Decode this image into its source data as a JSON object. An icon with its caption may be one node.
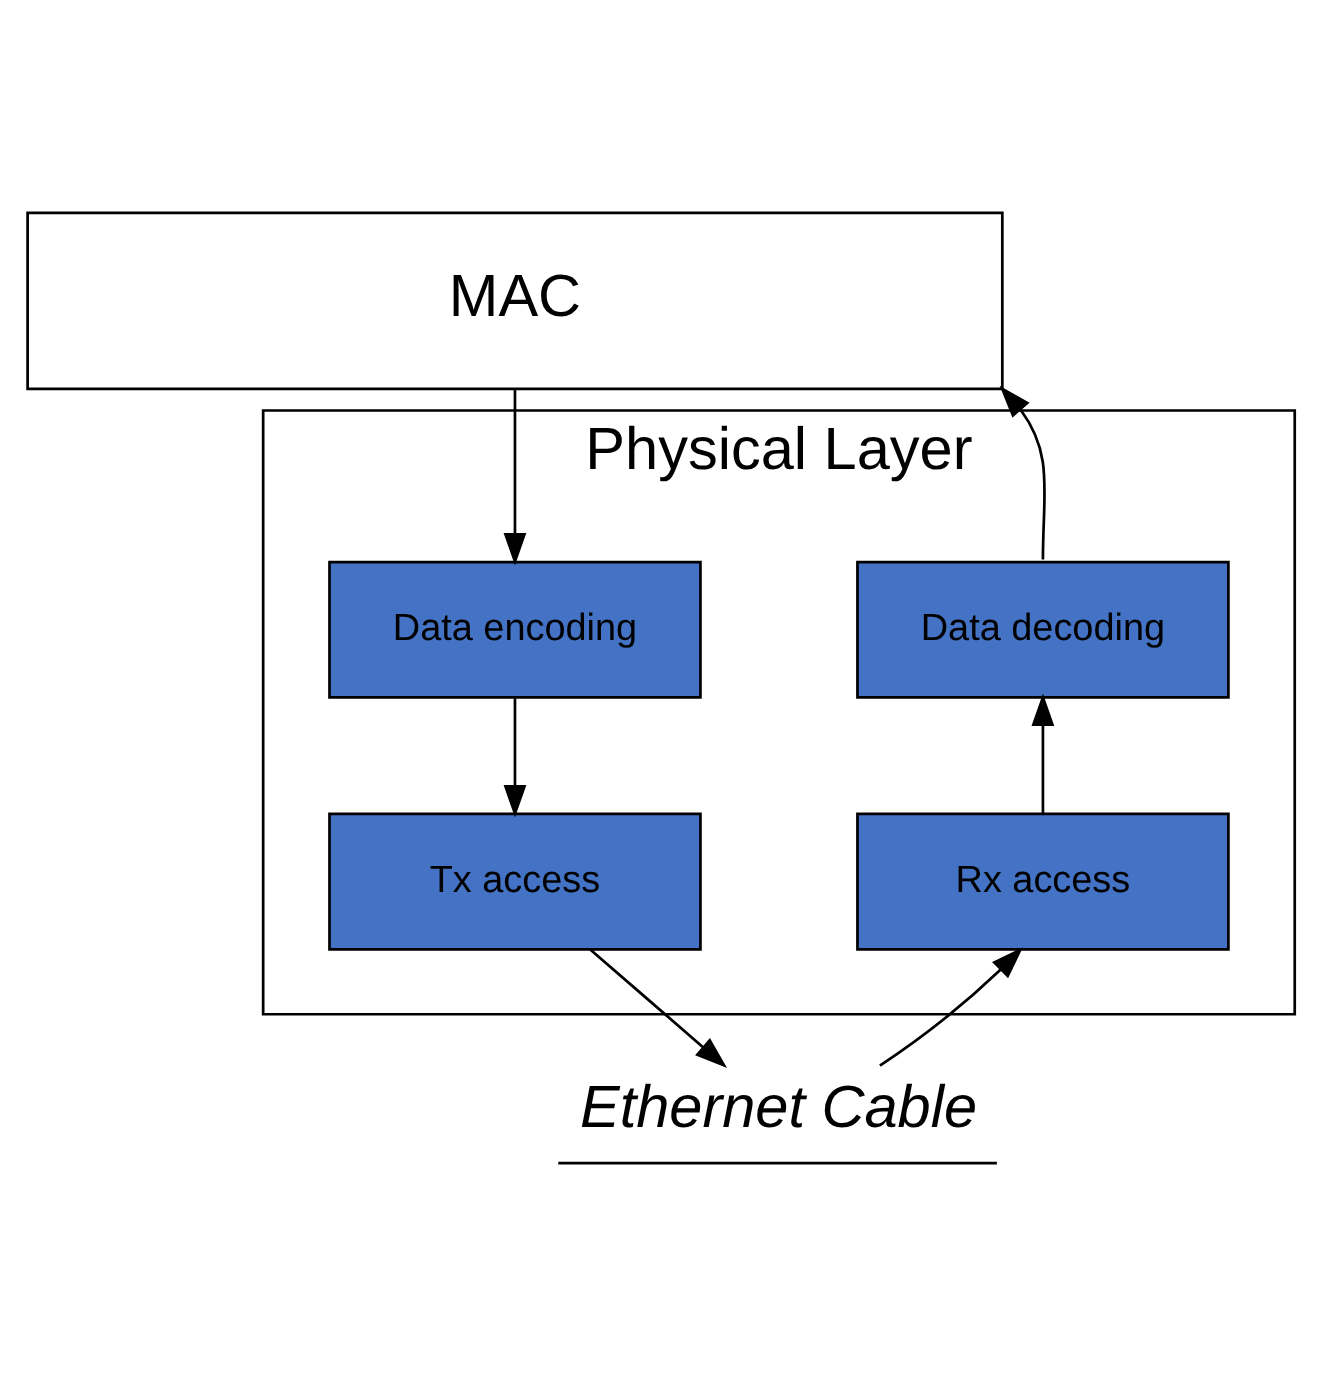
{
  "diagram": {
    "nodes": [
      {
        "text": [
          "MAC"
        ]
      },
      {
        "text": [
          "Physical Layer"
        ]
      },
      {
        "text": [
          "Data encoding"
        ],
        "in": 1
      },
      {
        "text": [
          "Data decoding"
        ],
        "in": 1
      },
      {
        "text": [
          "Tx access"
        ],
        "in": 1
      },
      {
        "text": [
          "Rx access"
        ],
        "in": 1
      },
      {
        "text": [
          "Ethernet Cable"
        ]
      }
    ],
    "edges": [
      {
        "from": 0,
        "to": 2,
        "arrow": "to"
      },
      {
        "from": 2,
        "to": 4,
        "arrow": "to"
      },
      {
        "from": 4,
        "to": 6,
        "arrow": "to"
      },
      {
        "from": 6,
        "to": 5,
        "arrow": "to"
      },
      {
        "from": 5,
        "to": 3,
        "arrow": "to"
      },
      {
        "from": 3,
        "to": 0,
        "arrow": "to"
      }
    ]
  }
}
